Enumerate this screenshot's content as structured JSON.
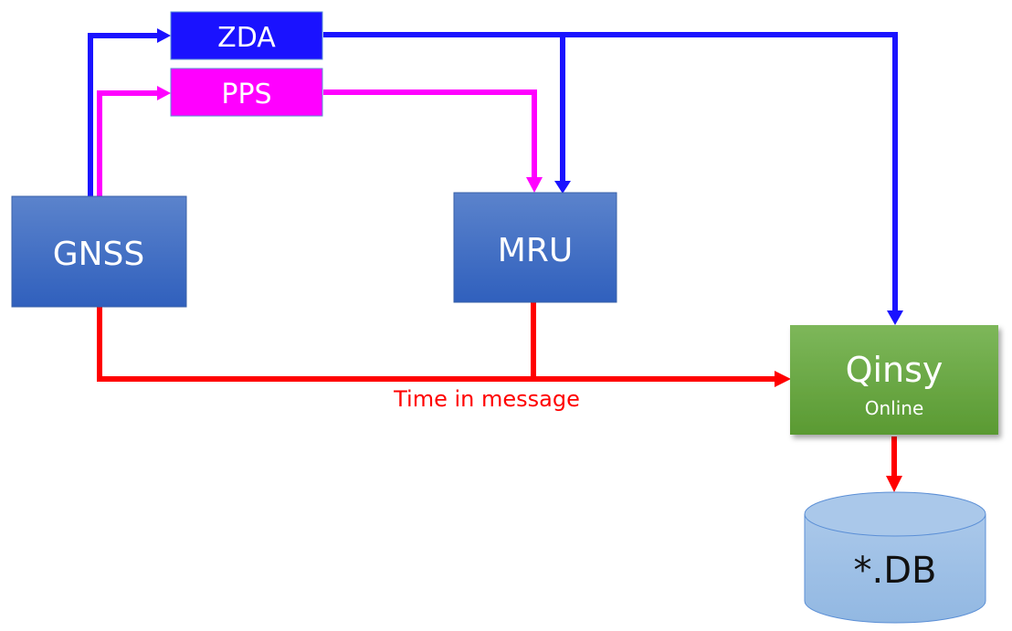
{
  "nodes": {
    "zda": {
      "label": "ZDA",
      "fill": "#1a12ff"
    },
    "pps": {
      "label": "PPS",
      "fill": "#ff00ff"
    },
    "gnss": {
      "label": "GNSS",
      "fill": "#4472c4"
    },
    "mru": {
      "label": "MRU",
      "fill": "#4472c4"
    },
    "qinsy": {
      "label": "Qinsy",
      "sublabel": "Online",
      "fill": "#70ad47"
    },
    "db": {
      "label": "*.DB",
      "fill": "#9dc3e6"
    }
  },
  "edges": {
    "time_in_message_label": "Time in message"
  },
  "colors": {
    "zda_line": "#1a12ff",
    "pps_line": "#ff00ff",
    "message_line": "#ff0000"
  }
}
